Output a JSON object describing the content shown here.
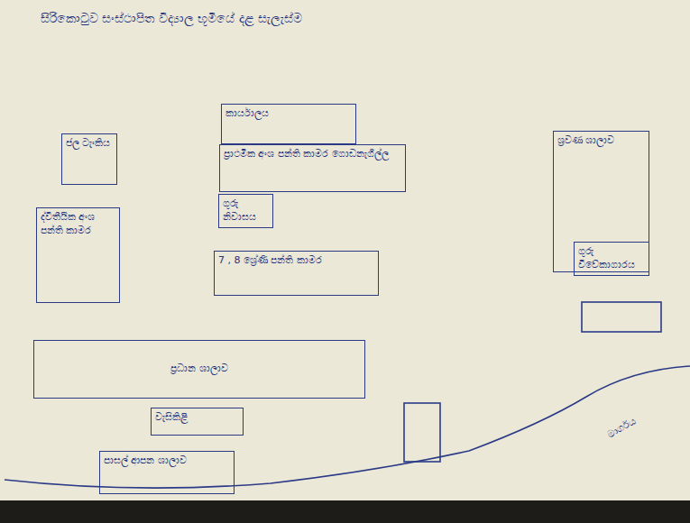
{
  "diagram": {
    "title": "සිරිකොටුව සංස්ථාපිත විද්‍යාල භූමියේ දළ සැලැස්ම",
    "nodes": [
      {
        "text": [
          "කාර්යාලය"
        ]
      },
      {
        "text": [
          "ජල ටැංකිය"
        ]
      },
      {
        "text": [
          "ප්‍රාථමික අංශ පන්ති කාමර ගොඩනැගිල්ල"
        ]
      },
      {
        "text": [
          "ශ්‍රවණ ශාලාව"
        ]
      },
      {
        "text": [
          "ගුරු විවේකාගාරය"
        ],
        "in": 3
      },
      {
        "text": [
          "ගුරු නිවාසය"
        ]
      },
      {
        "text": [
          "ද්වීතීයික අංශ පන්ති කාමර"
        ]
      },
      {
        "text": [
          "7 , 8 ශ්‍රේණි පන්ති කාමර"
        ]
      },
      {
        "text": [
          "ප්‍රධාන ශාලාව"
        ]
      },
      {
        "text": [
          "වැසිකිළි"
        ]
      },
      {
        "text": [
          "පාසල් ආපන ශාලාව"
        ]
      }
    ],
    "labels": [
      "මාර්ගය"
    ]
  }
}
